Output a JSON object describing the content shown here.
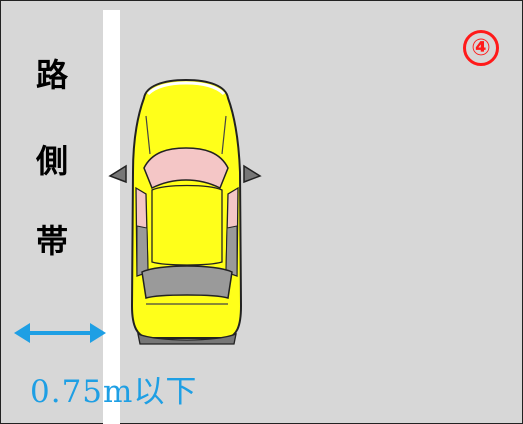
{
  "labels": {
    "shoulder_chars": [
      "路",
      "側",
      "帯"
    ],
    "badge": "④",
    "width_text": "0.75m以下"
  },
  "colors": {
    "background": "#d7d7d7",
    "line": "#ffffff",
    "badge": "#ff1a1a",
    "arrow": "#1e9fe4",
    "car_body": "#ffff1a",
    "car_glass": "#f4c6c6",
    "car_dark": "#9a9a9a"
  },
  "icons": {
    "car": "car-top-view-icon",
    "arrow": "double-arrow-icon"
  }
}
